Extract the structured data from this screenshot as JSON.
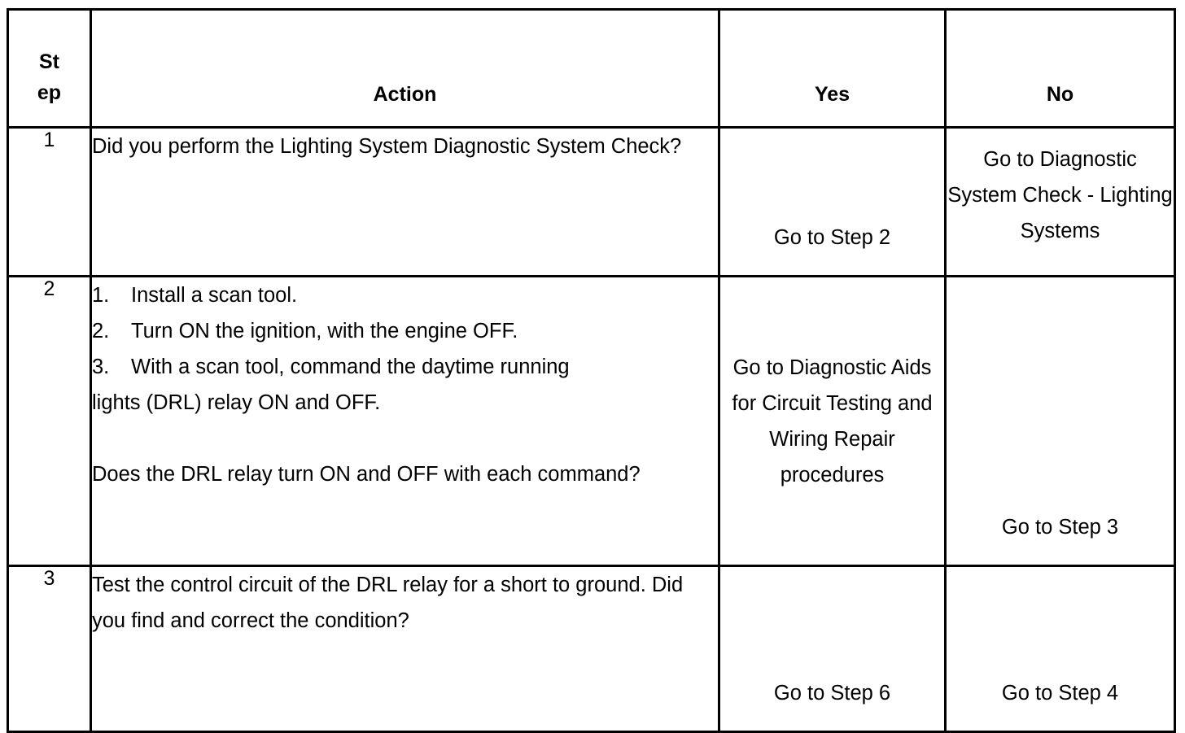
{
  "table": {
    "headers": {
      "step": [
        "St",
        "ep"
      ],
      "action": "Action",
      "yes": "Yes",
      "no": "No"
    },
    "rows": [
      {
        "step": "1",
        "action": {
          "type": "paragraph",
          "text": "Did you perform the Lighting System Diagnostic System Check?"
        },
        "yes": "Go to Step 2",
        "yes_align": "bottom",
        "no": "Go to Diagnostic System Check - Lighting Systems",
        "no_align": "top"
      },
      {
        "step": "2",
        "action": {
          "type": "list",
          "items": [
            {
              "num": "1.",
              "text": "Install a scan tool."
            },
            {
              "num": "2.",
              "text": "Turn ON the ignition, with the engine OFF."
            },
            {
              "num": "3.",
              "text": "With a scan tool, command the daytime running"
            }
          ],
          "continuation": "lights (DRL) relay ON and OFF.",
          "question": " Does the DRL relay turn ON and OFF with each command?"
        },
        "yes": "Go to Diagnostic Aids for Circuit Testing and Wiring Repair procedures",
        "yes_align": "middle",
        "no": "Go to Step 3",
        "no_align": "bottom"
      },
      {
        "step": "3",
        "action": {
          "type": "paragraph",
          "text": "Test the control circuit of the DRL relay for a short to ground. Did you find and correct the condition?"
        },
        "yes": "Go to Step 6",
        "yes_align": "bottom",
        "no": "Go to Step 4",
        "no_align": "bottom"
      }
    ]
  },
  "style": {
    "border_color": "#000000",
    "text_color": "#000000",
    "background": "#ffffff"
  }
}
